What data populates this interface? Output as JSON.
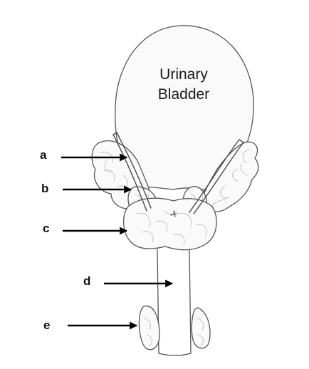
{
  "organ": {
    "label_line1": "Urinary",
    "label_line2": "Bladder"
  },
  "labels": {
    "a": "a",
    "b": "b",
    "c": "c",
    "d": "d",
    "e": "e"
  }
}
